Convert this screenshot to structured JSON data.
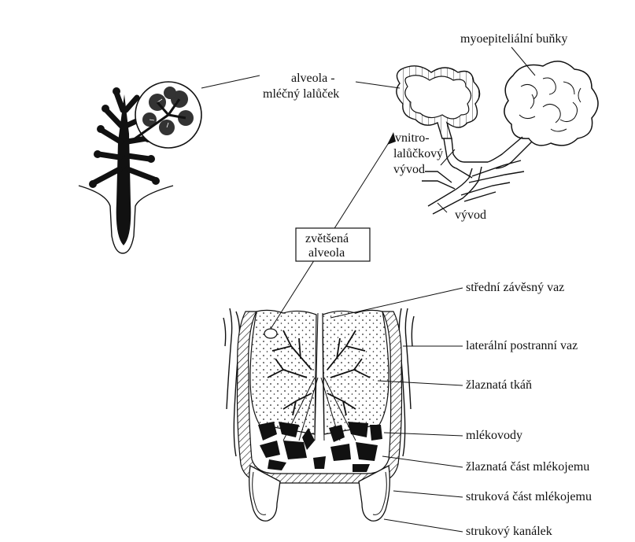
{
  "labels": {
    "alveola_line1": "alveola -",
    "alveola_line2": "mléčný lalůček",
    "myoepithelial": "myoepiteliální buňky",
    "intralobular_1": "vnitro-",
    "intralobular_2": "lalůčkový",
    "intralobular_3": "vývod",
    "duct": "vývod",
    "enlarged_1": "zvětšená",
    "enlarged_2": "alveola",
    "median_ligament": "střední závěsný vaz",
    "lateral_ligament": "laterální postranní vaz",
    "glandular_tissue": "žlaznatá tkáň",
    "milk_ducts": "mlékovody",
    "gland_cistern": "žlaznatá část mlékojemu",
    "teat_cistern": "struková část mlékojemu",
    "teat_canal": "strukový kanálek"
  }
}
